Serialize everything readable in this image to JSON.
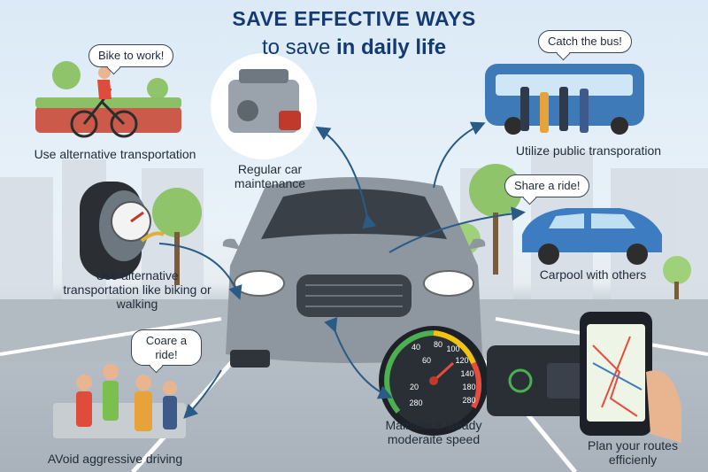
{
  "title": {
    "line1": "SAVE EFFECTIVE WAYS",
    "line2_prefix": "to save",
    "line2_bold": "in daily life"
  },
  "bubbles": {
    "bike": "Bike to work!",
    "bus": "Catch the bus!",
    "ride": "Share a ride!",
    "coare": "Coare a ride!"
  },
  "labels": {
    "alt_transport": "Use alternative transportation",
    "car_maintenance": "Regular car maintenance",
    "public_transport": "Utilize public transporation",
    "alt_transport_long": "Use alternative transportation like biking or walking",
    "carpool": "Carpool with others",
    "aggressive": "AVoid aggressive driving",
    "steady_speed": "Mainiain a steady moderaite speed",
    "plan_routes": "Plan your routes efficienly"
  },
  "gauge": {
    "ticks": [
      "40",
      "60",
      "80",
      "100",
      "120",
      "140",
      "20",
      "280",
      "180",
      "280"
    ]
  },
  "colors": {
    "title": "#153a73",
    "arrow": "#2a5b84",
    "car": "#8e969f",
    "bus": "#3e79b8",
    "blue_car": "#3d7cc0"
  },
  "icons": [
    "bike-icon",
    "engine-icon",
    "bus-icon",
    "tire-icon",
    "car-icon",
    "speedometer-icon",
    "phone-map-icon"
  ]
}
